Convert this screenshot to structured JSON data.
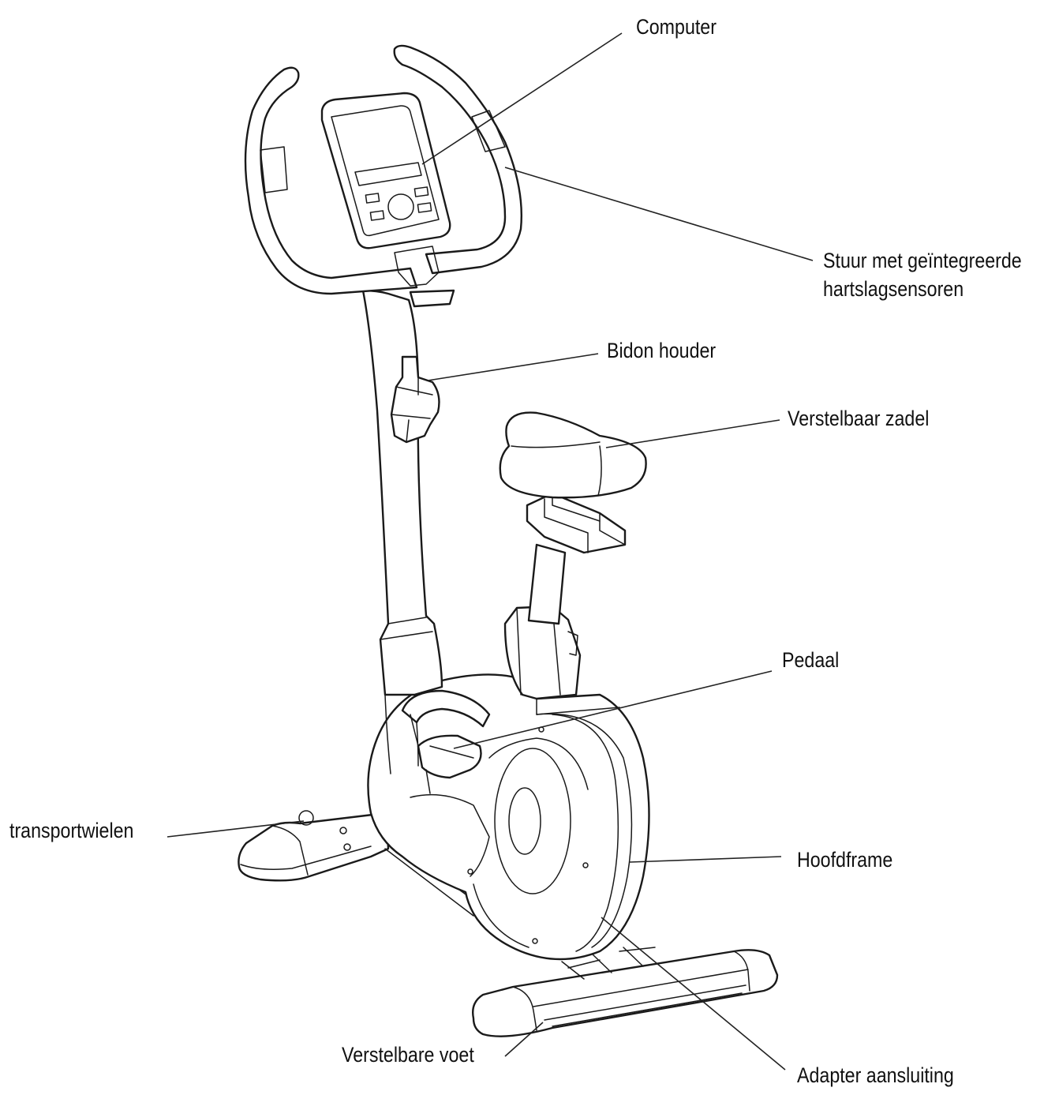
{
  "labels": {
    "computer": "Computer",
    "handlebar_line1": "Stuur met geïntegreerde",
    "handlebar_line2": "hartslagsensoren",
    "bottle_holder": "Bidon houder",
    "saddle": "Verstelbaar zadel",
    "pedal": "Pedaal",
    "transport_wheels": "transportwielen",
    "main_frame": "Hoofdframe",
    "adjustable_foot": "Verstelbare voet",
    "adapter": "Adapter aansluiting"
  },
  "colors": {
    "line": "#1a1a1a",
    "display_accent": "#3a7bd5",
    "background": "#ffffff"
  }
}
